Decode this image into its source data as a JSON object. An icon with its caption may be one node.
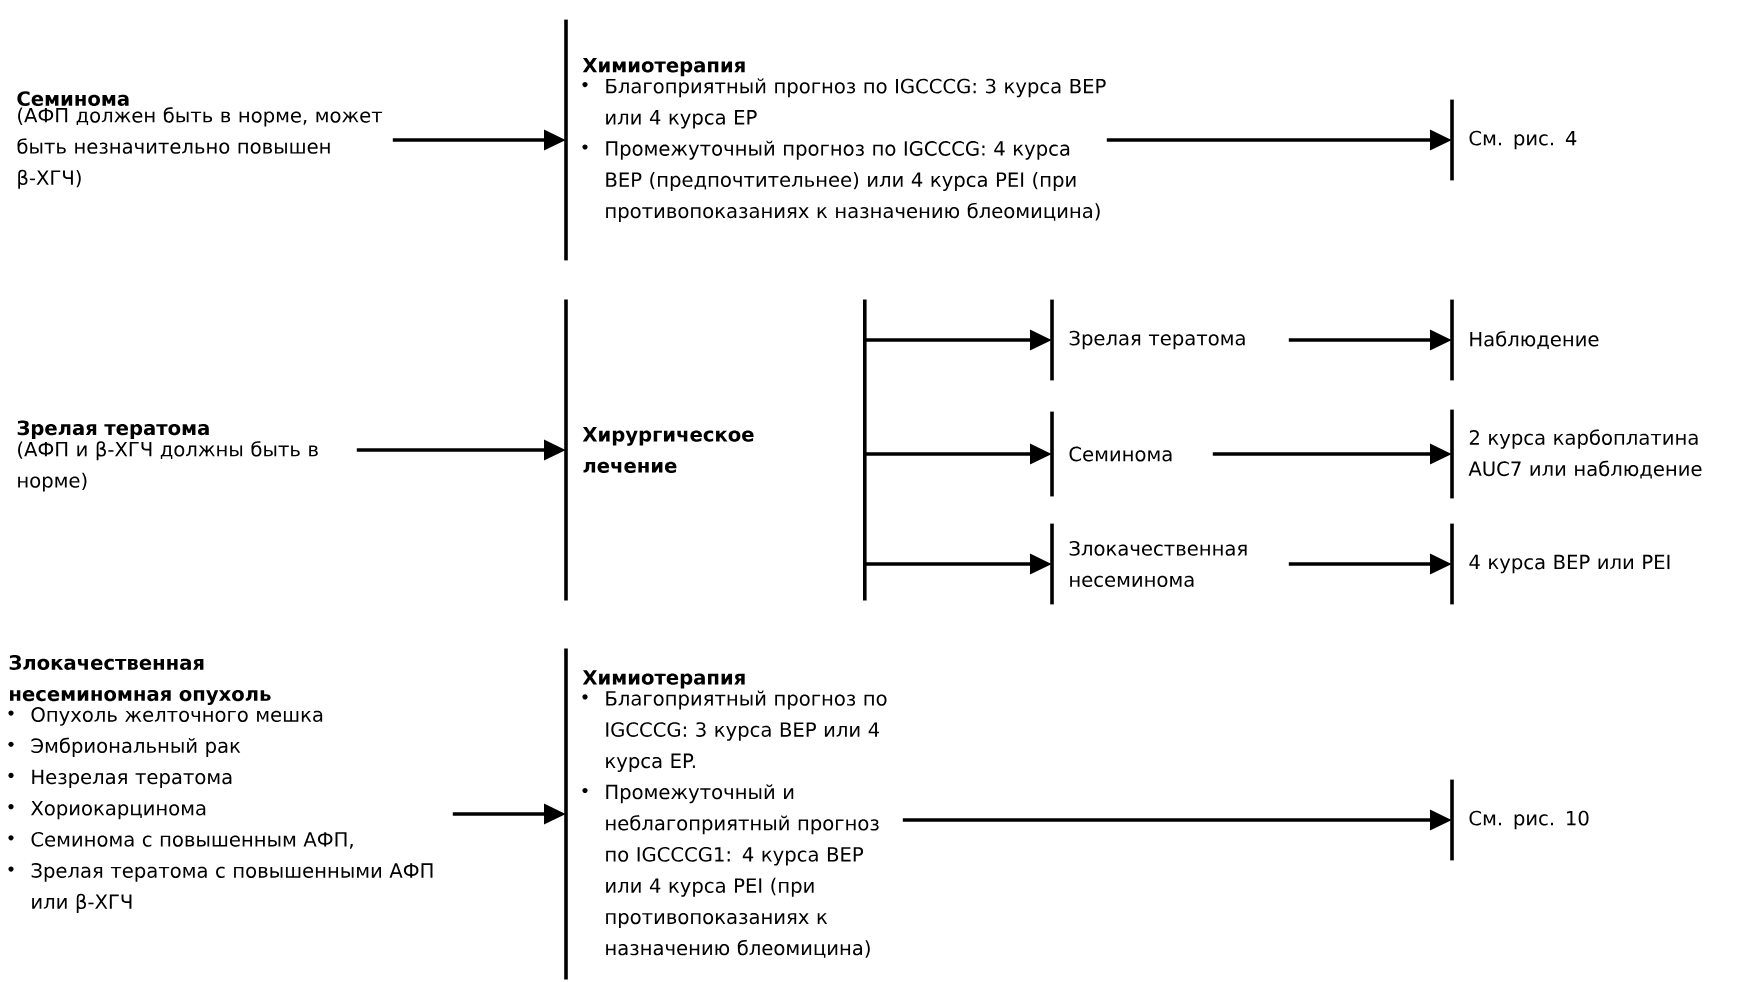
{
  "diagram": {
    "nodes": [
      {
        "text": [
          "Семинома",
          "(АФП должен быть в норме, может быть незначительно повышен β-ХГЧ)"
        ]
      },
      {
        "text": [
          "Химиотерапия",
          "Благоприятный прогноз по IGCCCG: 3 курса BEP или 4 курса EP",
          "Промежуточный прогноз по IGCCCG: 4 курса BEP (предпочтительнее) или 4 курса PEI (при противопоказаниях к назначению блеомицина)"
        ]
      },
      {
        "text": [
          "См. рис. 4"
        ]
      },
      {
        "text": [
          "Зрелая тератома",
          "(АФП и β-ХГЧ должны быть в норме)"
        ]
      },
      {
        "text": [
          "Хирургическое лечение"
        ]
      },
      {
        "text": [
          "Зрелая тератома"
        ]
      },
      {
        "text": [
          "Наблюдение"
        ]
      },
      {
        "text": [
          "Семинома"
        ]
      },
      {
        "text": [
          "2 курса карбоплатина AUC7 или наблюдение"
        ]
      },
      {
        "text": [
          "Злокачественная несеминома"
        ]
      },
      {
        "text": [
          "4 курса BEP или PEI"
        ]
      },
      {
        "text": [
          "Злокачественная несеминомная опухоль",
          "Опухоль желточного мешка",
          "Эмбриональный рак",
          "Незрелая тератома",
          "Хориокарцинома",
          "Семинома с повышенным АФП,",
          "Зрелая тератома с повышенными АФП или β-ХГЧ"
        ]
      },
      {
        "text": [
          "Химиотерапия",
          "Благоприятный прогноз по IGCCCG: 3 курса BEP или 4 курса EP.",
          "Промежуточный и неблагоприятный прогноз по IGCCCG1: 4 курса BEP или 4 курса PEI (при противопоказаниях к назначению блеомицина)"
        ]
      },
      {
        "text": [
          "См. рис. 10"
        ]
      }
    ],
    "edges": [
      {
        "from": 0,
        "to": 1,
        "arrow": "to"
      },
      {
        "from": 1,
        "to": 2,
        "arrow": "to"
      },
      {
        "from": 3,
        "to": 4,
        "arrow": "to"
      },
      {
        "from": 4,
        "to": 5,
        "arrow": "to"
      },
      {
        "from": 4,
        "to": 7,
        "arrow": "to"
      },
      {
        "from": 4,
        "to": 9,
        "arrow": "to"
      },
      {
        "from": 5,
        "to": 6,
        "arrow": "to"
      },
      {
        "from": 7,
        "to": 8,
        "arrow": "to"
      },
      {
        "from": 9,
        "to": 10,
        "arrow": "to"
      },
      {
        "from": 11,
        "to": 12,
        "arrow": "to"
      },
      {
        "from": 12,
        "to": 13,
        "arrow": "to"
      }
    ]
  }
}
